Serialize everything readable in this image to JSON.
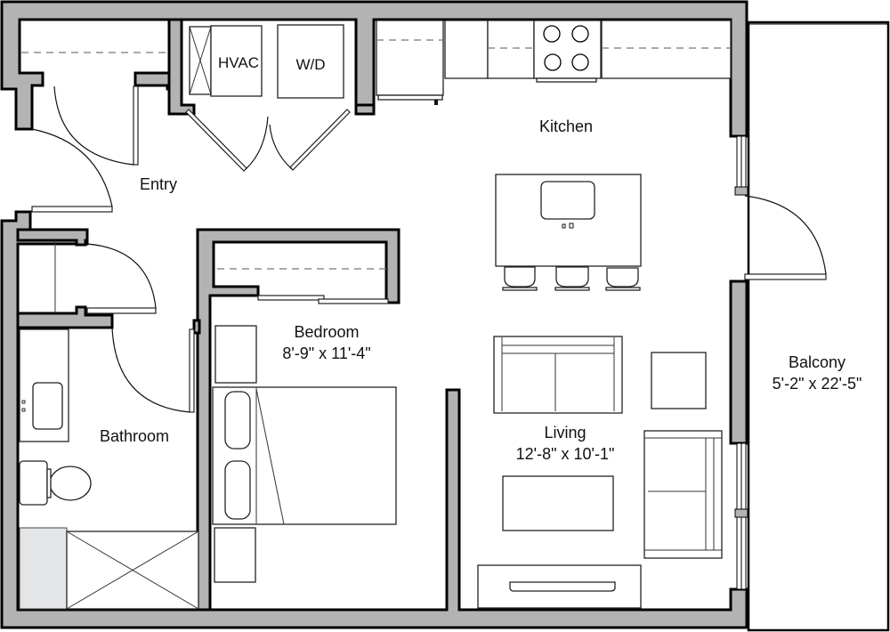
{
  "plan": {
    "wall_color": "#b3b3b3",
    "background": "#ffffff",
    "rooms": [
      {
        "id": "entry",
        "name": "Entry",
        "dimensions": ""
      },
      {
        "id": "kitchen",
        "name": "Kitchen",
        "dimensions": ""
      },
      {
        "id": "bedroom",
        "name": "Bedroom",
        "dimensions": "8'-9\" x 11'-4\""
      },
      {
        "id": "bathroom",
        "name": "Bathroom",
        "dimensions": ""
      },
      {
        "id": "living",
        "name": "Living",
        "dimensions": "12'-8\" x 10'-1\""
      },
      {
        "id": "balcony",
        "name": "Balcony",
        "dimensions": "5'-2\" x 22'-5\""
      }
    ],
    "appliances": {
      "hvac": "HVAC",
      "washer_dryer": "W/D"
    }
  }
}
